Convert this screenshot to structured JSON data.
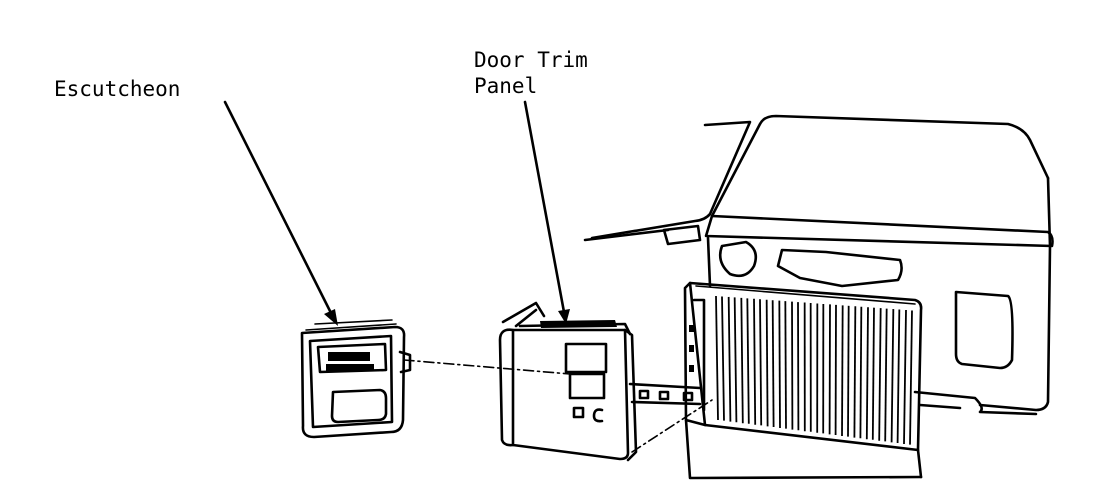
{
  "labels": {
    "escutcheon": "Escutcheon",
    "door_trim_panel_line1": "Door Trim",
    "door_trim_panel_line2": "Panel"
  },
  "colors": {
    "ink": "#000000",
    "paper": "#ffffff"
  }
}
